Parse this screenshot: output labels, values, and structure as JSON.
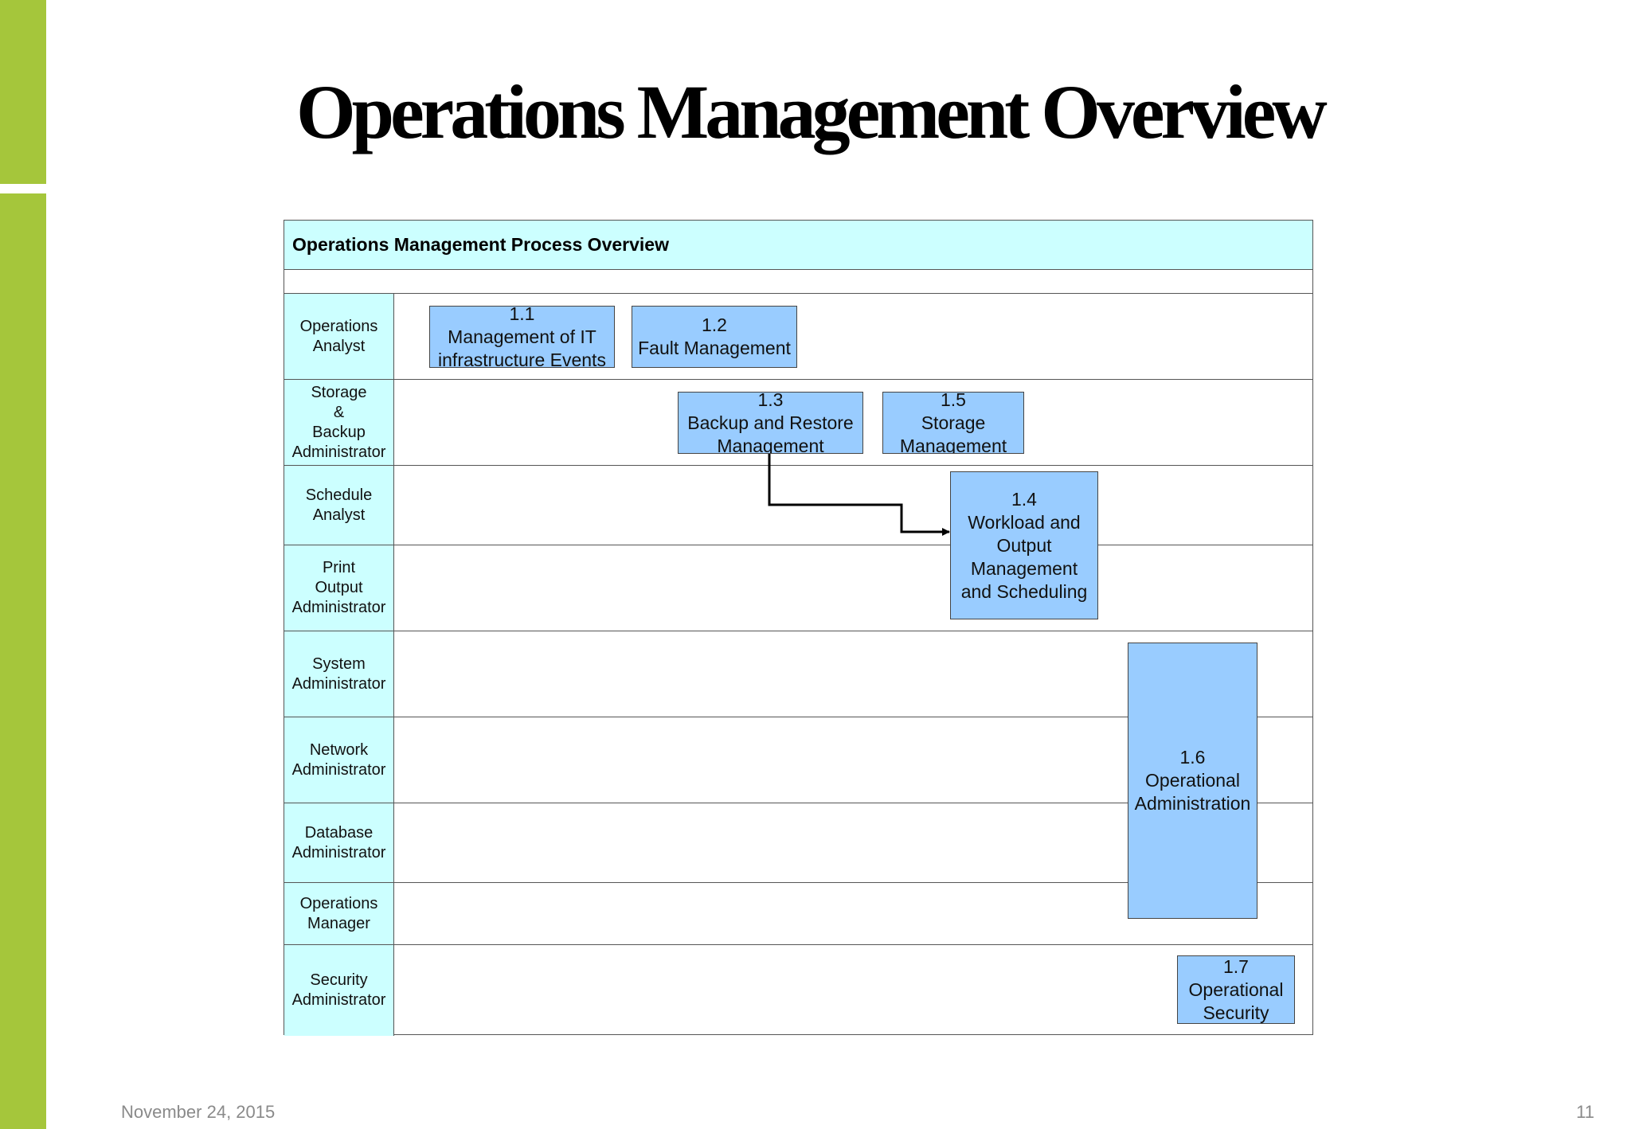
{
  "slide": {
    "title": "Operations Management Overview",
    "footer_date": "November 24, 2015",
    "page_number": "11"
  },
  "diagram": {
    "title": "Operations Management Process Overview",
    "lanes": [
      "Operations\nAnalyst",
      "Storage\n&\nBackup\nAdministrator",
      "Schedule\nAnalyst",
      "Print\nOutput\nAdministrator",
      "System\nAdministrator",
      "Network\nAdministrator",
      "Database\nAdministrator",
      "Operations\nManager",
      "Security\nAdministrator"
    ],
    "processes": [
      {
        "id": "1.1",
        "name": "Management of IT\ninfrastructure Events"
      },
      {
        "id": "1.2",
        "name": "Fault Management"
      },
      {
        "id": "1.3",
        "name": "Backup and Restore\nManagement"
      },
      {
        "id": "1.5",
        "name": "Storage\nManagement"
      },
      {
        "id": "1.4",
        "name": "Workload and\nOutput\nManagement\nand Scheduling"
      },
      {
        "id": "1.6",
        "name": "Operational\nAdministration"
      },
      {
        "id": "1.7",
        "name": "Operational\nSecurity"
      }
    ],
    "connections": [
      {
        "from": "1.3",
        "to": "1.4"
      }
    ]
  },
  "colors": {
    "accent_bar": "#a5c63b",
    "lane_header": "#ccffff",
    "process_fill": "#99ccff"
  }
}
